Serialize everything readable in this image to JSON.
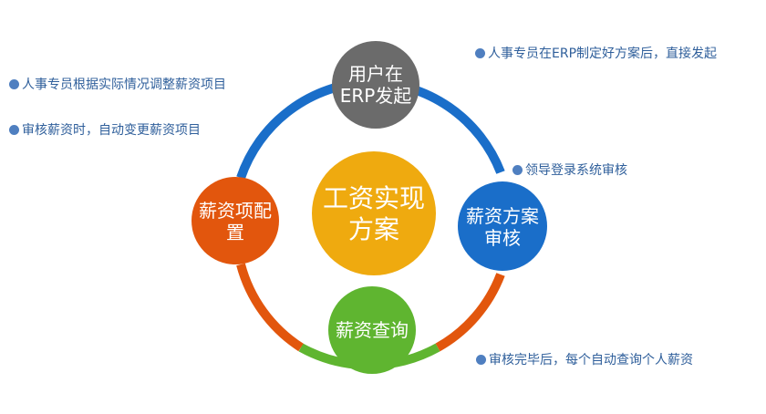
{
  "colors": {
    "blue": "#1a6ec9",
    "orange": "#e2560d",
    "green": "#5fb530",
    "gray": "#6b6b6b",
    "gold": "#efaa0f",
    "note_text": "#2f5f9b",
    "bullet": "#4f7fc0"
  },
  "center": {
    "label": "工资实现方案"
  },
  "nodes": {
    "top": {
      "label": "用户在ERP发起"
    },
    "right": {
      "label": "薪资方案审核"
    },
    "bottom": {
      "label": "薪资查询"
    },
    "left": {
      "label": "薪资项配置"
    }
  },
  "notes": {
    "top_right": "人事专员在ERP制定好方案后，直接发起",
    "left_1": "人事专员根据实际情况调整薪资项目",
    "left_2": "审核薪资时，自动变更薪资项目",
    "right_mid": "领导登录系统审核",
    "bottom_right": "审核完毕后，每个自动查询个人薪资"
  }
}
